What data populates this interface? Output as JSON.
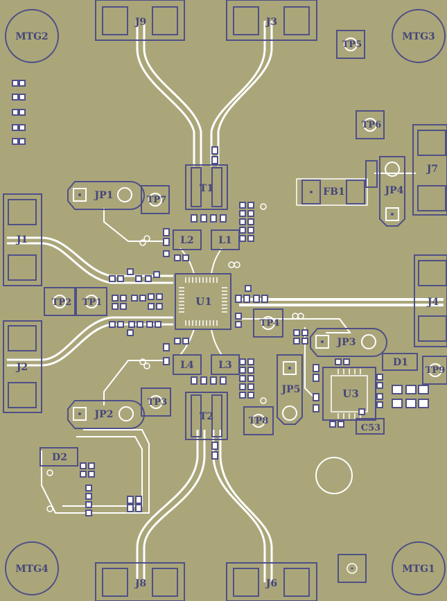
{
  "colors": {
    "board": "#aaa67a",
    "outline": "#4f4f87",
    "pad": "#ffffff",
    "trace": "#ffffff",
    "label": "#45457a"
  },
  "labels": {
    "mtg2": "MTG2",
    "mtg3": "MTG3",
    "mtg4": "MTG4",
    "mtg1": "MTG1",
    "j9": "J9",
    "j3": "J3",
    "j8": "J8",
    "j6": "J6",
    "j1": "J1",
    "j2": "J2",
    "j4": "J4",
    "j7": "J7",
    "tp5": "TP5",
    "tp6": "TP6",
    "tp7": "TP7",
    "tp2": "TP2",
    "tp1": "TP1",
    "tp4": "TP4",
    "tp3": "TP3",
    "tp8": "TP8",
    "tp9": "TP9",
    "jp1": "JP1",
    "jp2": "JP2",
    "jp3": "JP3",
    "jp4": "JP4",
    "jp5": "JP5",
    "fb1": "FB1",
    "u1": "U1",
    "u3": "U3",
    "t1": "T1",
    "t2": "T2",
    "l1": "L1",
    "l2": "L2",
    "l3": "L3",
    "l4": "L4",
    "d1": "D1",
    "d2": "D2",
    "c53": "C53"
  }
}
